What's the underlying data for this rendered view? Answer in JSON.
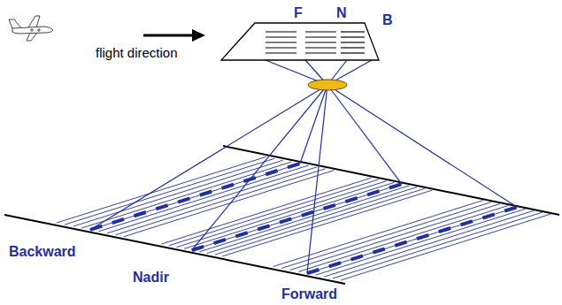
{
  "diagram": {
    "labels": [
      "F",
      "N",
      "B",
      "flight direction",
      "Backward",
      "Nadir",
      "Forward"
    ]
  }
}
